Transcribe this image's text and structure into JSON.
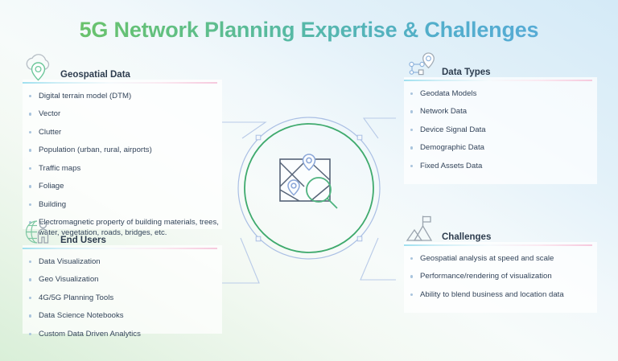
{
  "header": {
    "title": "5G Network Planning Expertise & Challenges",
    "title_gradient_from": "#72c55a",
    "title_gradient_to": "#59a9dd"
  },
  "theme": {
    "background_from": "#d9efd8",
    "background_to": "#d4eaf7",
    "accent_green": "#3faa6d",
    "accent_blue": "#9fb8e0",
    "text_color": "#33445a",
    "bullet_color": "#a9c4dd",
    "divider_from": "#9fe0ef",
    "divider_to": "#f6c9dd"
  },
  "center": {
    "icon": "map-search-icon",
    "outer_ring_color": "#9fb8e0",
    "inner_ring_color": "#3faa6d",
    "node_count": 4
  },
  "panels": [
    {
      "id": "geospatial",
      "title": "Geospatial Data",
      "icon": "cloud-location-pin-icon",
      "items": [
        "Digital terrain model (DTM)",
        "Vector",
        "Clutter",
        "Population (urban, rural, airports)",
        "Traffic maps",
        "Foliage",
        "Building",
        "Electromagnetic property of building  materials, trees,  water, vegetation, roads,  bridges, etc."
      ]
    },
    {
      "id": "datatypes",
      "title": "Data Types",
      "icon": "network-nodes-pin-icon",
      "items": [
        "Geodata Models",
        "Network Data",
        "Device Signal Data",
        "Demographic Data",
        "Fixed Assets  Data"
      ]
    },
    {
      "id": "endusers",
      "title": "End Users",
      "icon": "globe-person-icon",
      "items": [
        "Data Visualization",
        "Geo Visualization",
        "4G/5G Planning Tools",
        "Data Science Notebooks",
        "Custom  Data Driven Analytics"
      ]
    },
    {
      "id": "challenges",
      "title": "Challenges",
      "icon": "mountain-flag-icon",
      "items": [
        "Geospatial analysis at speed  and scale",
        "Performance/rendering  of visualization",
        "Ability to blend  business  and location data"
      ]
    }
  ]
}
